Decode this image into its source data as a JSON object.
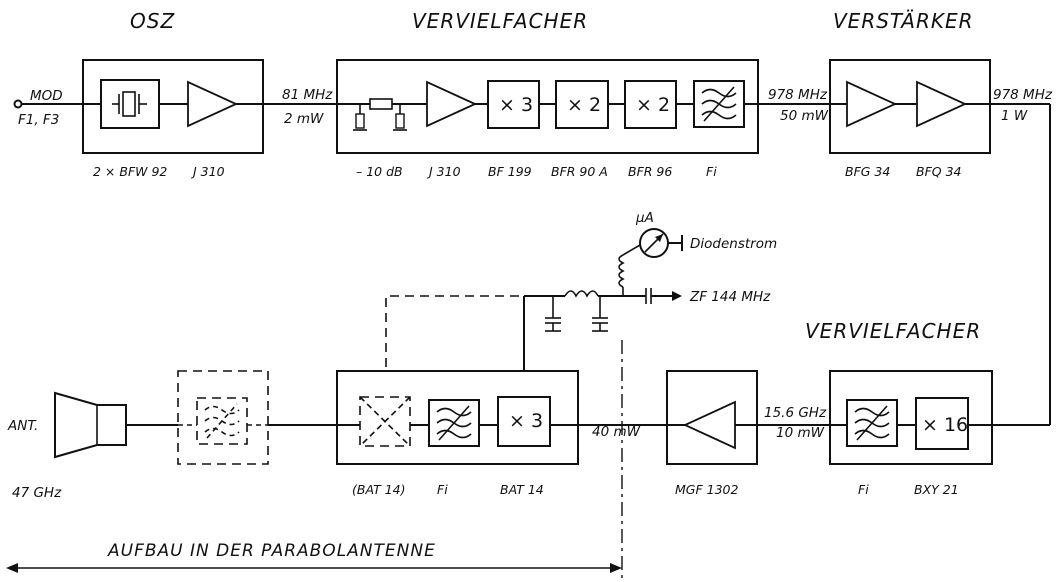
{
  "titles": {
    "osz": "OSZ",
    "vervielfacher_top": "VERVIELFACHER",
    "verstaerker": "VERSTÄRKER",
    "vervielfacher_bottom": "VERVIELFACHER"
  },
  "signals": {
    "mod_line1": "MOD",
    "mod_line2": "F1, F3",
    "f1_line1": "81 MHz",
    "f1_line2": "2 mW",
    "f2_line1": "978 MHz",
    "f2_line2": "50 mW",
    "f3_line1": "978 MHz",
    "f3_line2": "1 W",
    "f4_line1": "15.6 GHz",
    "f4_line2": "10 mW",
    "p_mixer": "40 mW",
    "ant": "ANT.",
    "ant_freq": "47 GHz",
    "zf": "ZF  144 MHz",
    "diodenstrom": "Diodenstrom",
    "meter": "μA"
  },
  "blocks": {
    "mult_x3": "× 3",
    "mult_x2a": "× 2",
    "mult_x2b": "× 2",
    "mult_x3_mixer": "× 3",
    "mult_x16": "× 16"
  },
  "components": {
    "osz_xtal": "2 × BFW 92",
    "osz_amp": "J 310",
    "att": "– 10 dB",
    "amp1": "J 310",
    "x3": "BF 199",
    "x2a": "BFR 90 A",
    "x2b": "BFR 96",
    "fi_top": "Fi",
    "pa1": "BFG 34",
    "pa2": "BFQ 34",
    "mixer": "(BAT 14)",
    "fi_mixer": "Fi",
    "x3_mixer": "BAT 14",
    "mgf": "MGF 1302",
    "fi_bottom": "Fi",
    "x16": "BXY 21"
  },
  "footer": {
    "aufbau": "AUFBAU  IN  DER  PARABOLANTENNE"
  }
}
